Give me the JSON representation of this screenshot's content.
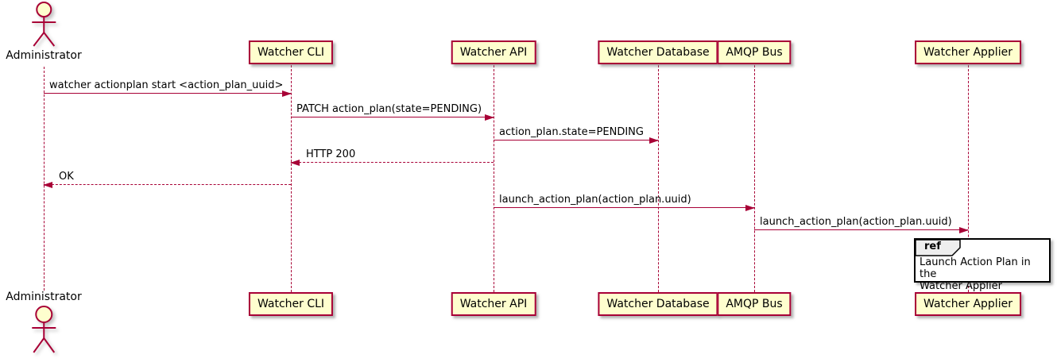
{
  "diagram": {
    "kind": "uml-sequence-diagram",
    "colors": {
      "background": "#FFFFFF",
      "participant_fill": "#FEFECE",
      "participant_border": "#A80036",
      "arrow": "#A80036",
      "lifeline": "#A80036",
      "ref_border": "#000000",
      "ref_tab_fill": "#EEEEEE",
      "text": "#000000"
    },
    "actor": {
      "name": "Administrator"
    },
    "participants": [
      {
        "label": "Watcher CLI"
      },
      {
        "label": "Watcher API"
      },
      {
        "label": "Watcher Database"
      },
      {
        "label": "AMQP Bus"
      },
      {
        "label": "Watcher Applier"
      }
    ],
    "messages": [
      {
        "from": "Administrator",
        "to": "Watcher CLI",
        "label": "watcher actionplan start <action_plan_uuid>",
        "line": "solid",
        "direction": "right"
      },
      {
        "from": "Watcher CLI",
        "to": "Watcher API",
        "label": "PATCH action_plan(state=PENDING)",
        "line": "solid",
        "direction": "right"
      },
      {
        "from": "Watcher API",
        "to": "Watcher Database",
        "label": "action_plan.state=PENDING",
        "line": "solid",
        "direction": "right"
      },
      {
        "from": "Watcher API",
        "to": "Watcher CLI",
        "label": "HTTP 200",
        "line": "dashed",
        "direction": "left"
      },
      {
        "from": "Watcher CLI",
        "to": "Administrator",
        "label": "OK",
        "line": "dashed",
        "direction": "left"
      },
      {
        "from": "Watcher API",
        "to": "AMQP Bus",
        "label": "launch_action_plan(action_plan.uuid)",
        "line": "solid",
        "direction": "right"
      },
      {
        "from": "AMQP Bus",
        "to": "Watcher Applier",
        "label": "launch_action_plan(action_plan.uuid)",
        "line": "solid",
        "direction": "right"
      }
    ],
    "ref": {
      "keyword": "ref",
      "over": "Watcher Applier",
      "text": "Launch Action Plan in the\nWatcher Applier"
    }
  }
}
